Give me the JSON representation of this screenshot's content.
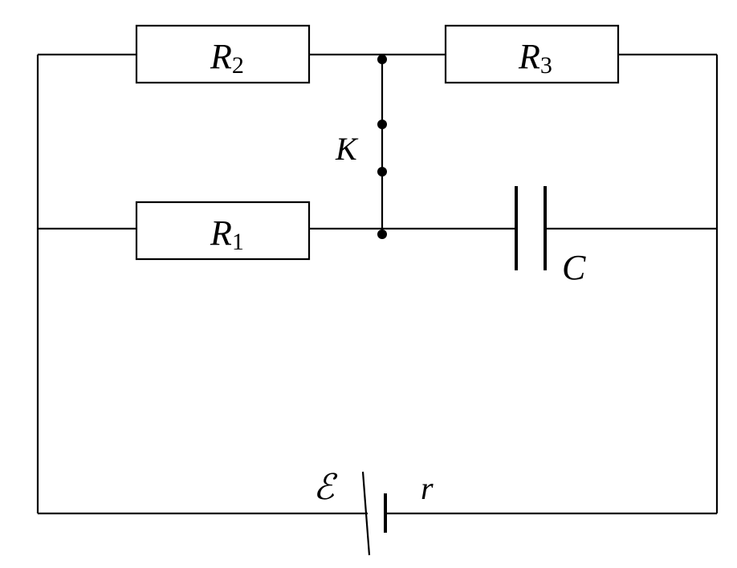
{
  "diagram": {
    "resistors": {
      "r1": {
        "symbol": "R",
        "index": "1"
      },
      "r2": {
        "symbol": "R",
        "index": "2"
      },
      "r3": {
        "symbol": "R",
        "index": "3"
      }
    },
    "switch": {
      "label": "K"
    },
    "capacitor": {
      "label": "C"
    },
    "battery": {
      "emf_label": "ℰ",
      "internal_resistance_label": "r"
    }
  }
}
